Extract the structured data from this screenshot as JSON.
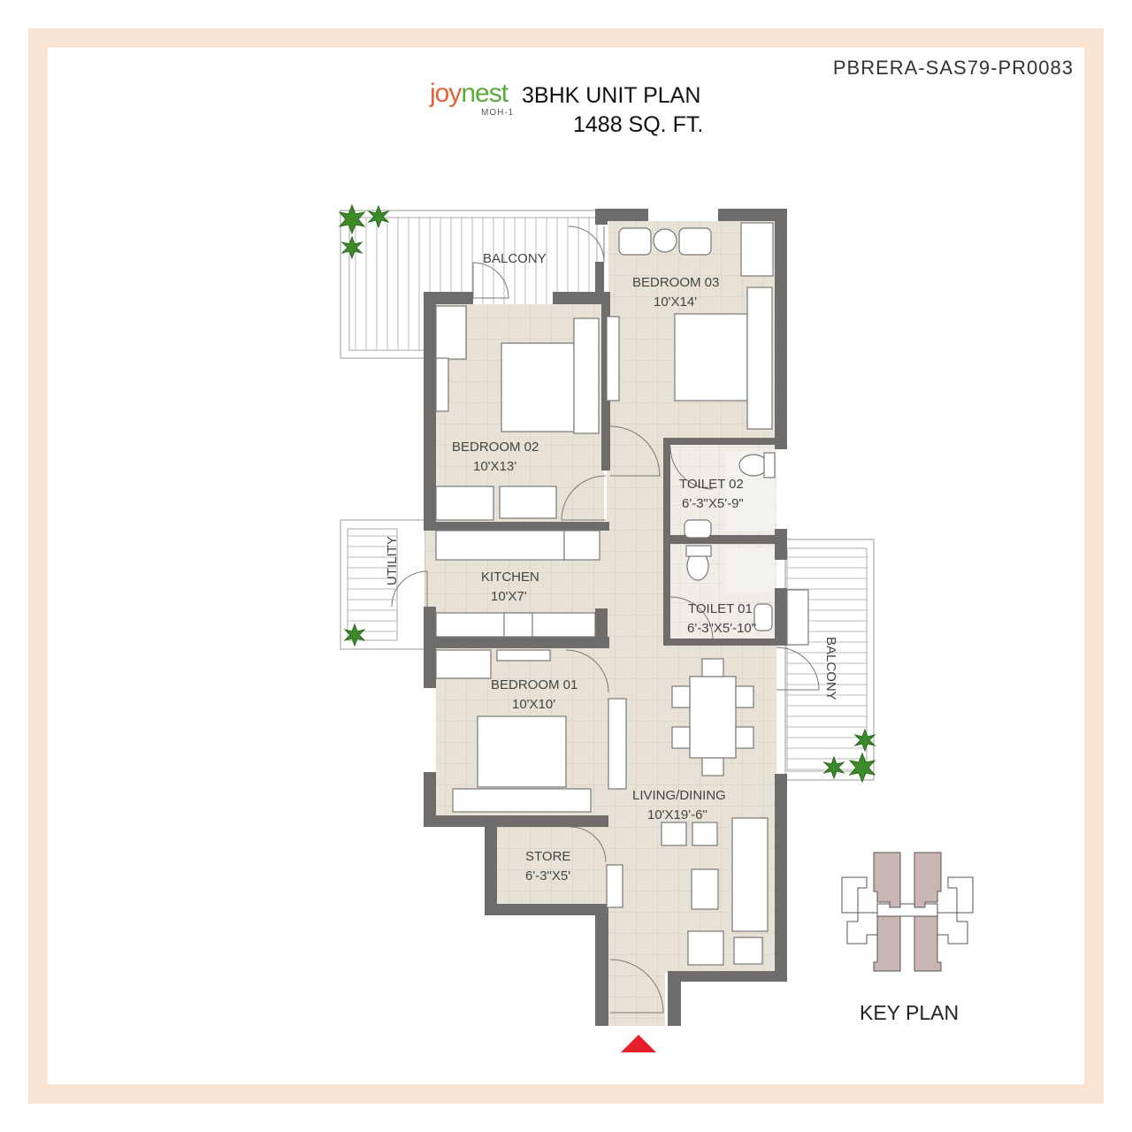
{
  "rera_number": "PBRERA-SAS79-PR0083",
  "brand": {
    "name_part1": "joy",
    "name_part2": "nest",
    "subtitle": "MOH-1"
  },
  "title": "3BHK UNIT PLAN",
  "area": "1488 SQ. FT.",
  "rooms": {
    "balcony_top": "BALCONY",
    "bedroom03": {
      "name": "BEDROOM  03",
      "size": "10'X14'"
    },
    "bedroom02": {
      "name": "BEDROOM  02",
      "size": "10'X13'"
    },
    "toilet02": {
      "name": "TOILET  02",
      "size": "6'-3\"X5'-9\""
    },
    "toilet01": {
      "name": "TOILET  01",
      "size": "6'-3\"X5'-10\""
    },
    "utility": "UTILITY",
    "kitchen": {
      "name": "KITCHEN",
      "size": "10'X7'"
    },
    "balcony_right": "BALCONY",
    "bedroom01": {
      "name": "BEDROOM  01",
      "size": "10'X10'"
    },
    "living": {
      "name": "LIVING/DINING",
      "size": "10'X19'-6\""
    },
    "store": {
      "name": "STORE",
      "size": "6'-3\"X5'"
    }
  },
  "key_plan_label": "KEY PLAN",
  "colors": {
    "wall": "#6f6d6b",
    "floor": "#e8e2d6",
    "frame": "#f9e4d3",
    "entry": "#e5202a",
    "plant": "#3d8a2a",
    "keyplan_unit": "#c9b6b2"
  }
}
